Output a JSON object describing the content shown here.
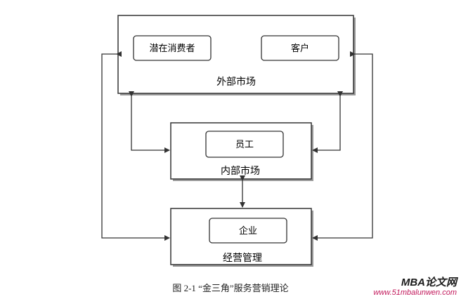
{
  "diagram": {
    "outer_market": {
      "title": "外部市场",
      "items": [
        "潜在消费者",
        "客户"
      ]
    },
    "internal_market": {
      "title": "内部市场",
      "items": [
        "员工"
      ]
    },
    "management": {
      "title": "经营管理",
      "items": [
        "企业"
      ]
    }
  },
  "caption": "图 2-1 “金三角”服务营销理论",
  "watermark": {
    "brand": "MBA论文网",
    "url": "www.51mbalunwen.com"
  }
}
